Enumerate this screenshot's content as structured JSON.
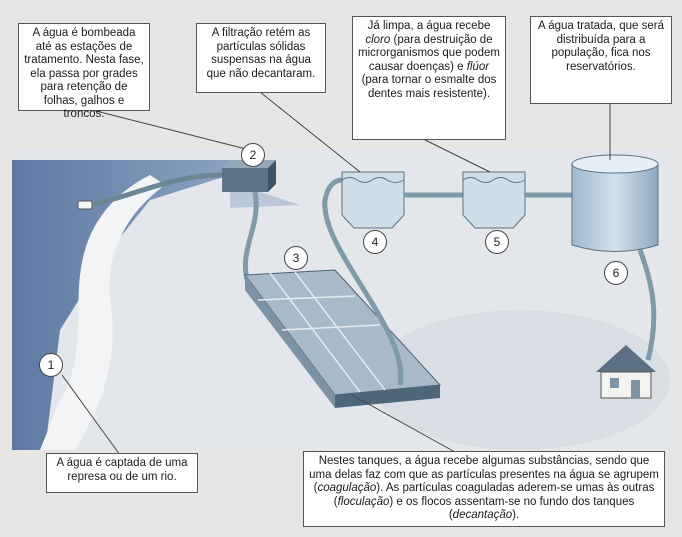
{
  "callouts": {
    "c1": "A água é bombeada até as estações de tratamento. Nesta fase, ela passa por grades para retenção de folhas, galhos e troncos.",
    "c2": "A filtração retém as partículas sólidas suspensas na água que não decantaram.",
    "c3": {
      "before_cloro": "Já limpa, a água recebe ",
      "cloro": "cloro",
      "mid": " (para destruição de microrganismos que podem causar doenças) e ",
      "fluor": "flúor",
      "after": " (para tornar o esmalte dos dentes mais resistente)."
    },
    "c4": "A água tratada, que será distribuída para a população, fica nos reservatórios.",
    "c5": "A água é captada de uma represa ou de um rio.",
    "c6": {
      "t1": "Nestes tanques, a água recebe algumas substâncias, sendo que uma delas faz com que as partículas presentes na água se agrupem (",
      "coag": "coagulação",
      "t2": "). As partículas coaguladas aderem-se umas às outras (",
      "floc": "floculação",
      "t3": ") e os flocos assentam-se no fundo dos tanques (",
      "dec": "decantação",
      "t4": ")."
    }
  },
  "steps": [
    "1",
    "2",
    "3",
    "4",
    "5",
    "6"
  ],
  "colors": {
    "water": "#6f89ad",
    "pipe": "#7f9aa8",
    "tank": "#c9d8e4",
    "ground": "#dde3e8"
  }
}
